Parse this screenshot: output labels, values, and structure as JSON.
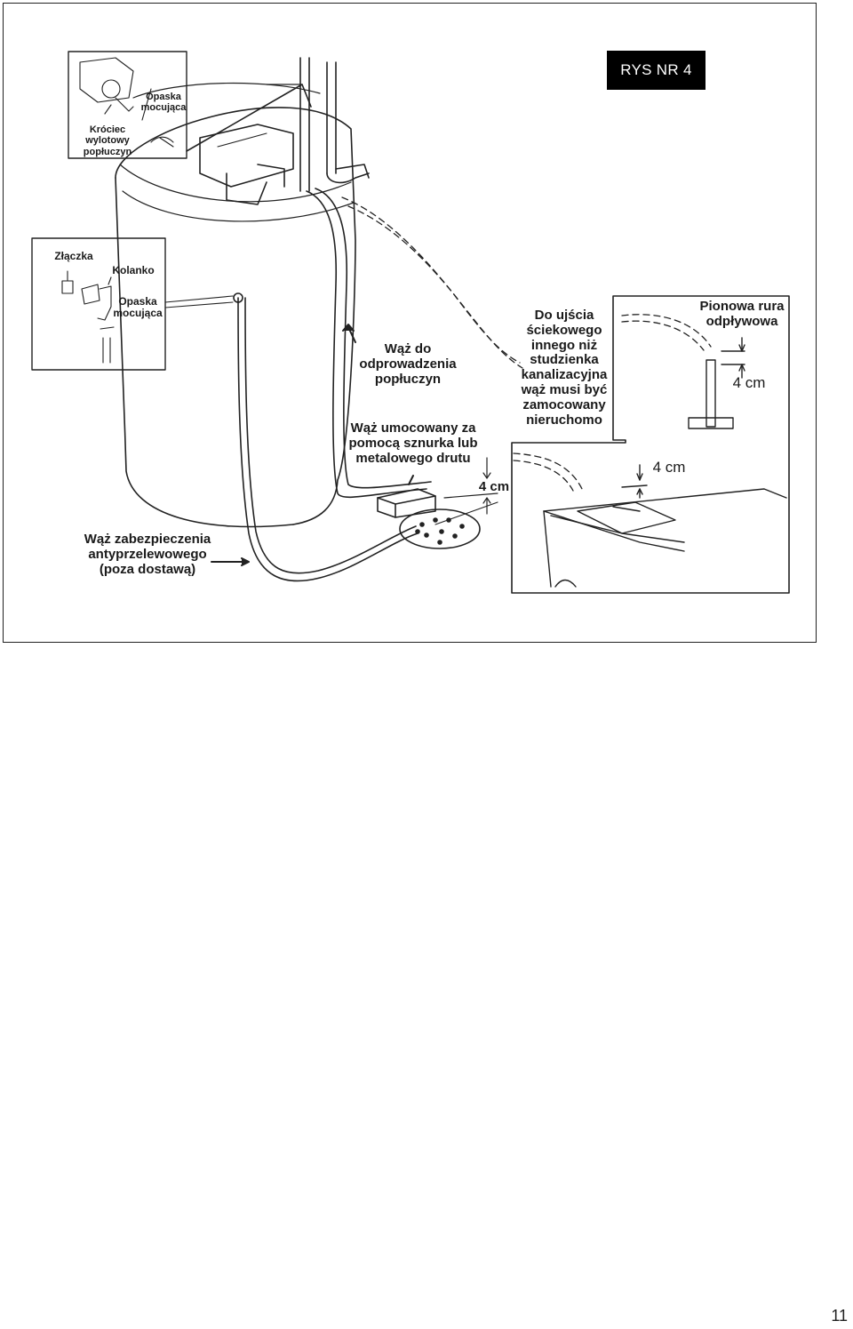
{
  "figure": {
    "title": "RYS NR 4",
    "inset_top": {
      "label_clamp": "Opaska\nmocująca",
      "label_outlet": "Króciec\nwylotowy\npopłuczyn"
    },
    "inset_left": {
      "label_connector": "Złączka",
      "label_elbow": "Kolanko",
      "label_clamp": "Opaska\nmocująca"
    },
    "labels": {
      "backwash_hose": "Wąż do\nodprowadzenia\npopłuczyn",
      "hose_fixed": "Wąż umocowany za\npomocą sznurka lub\nmetalowego drutu",
      "air_gap_floor": "4 cm",
      "overflow_hose": "Wąż zabezpieczenia\nantyprzelewowego\n(poza dostawą)",
      "other_drain": "Do ujścia\nściekowego\ninnego niż\nstudzienka\nkanalizacyjna\nwąż musi być\nzamocowany\nnieruchomo",
      "standpipe": "Pionowa rura\nodpływowa",
      "air_gap_standpipe": "4 cm",
      "air_gap_tub": "4 cm"
    }
  },
  "page_number": "11"
}
